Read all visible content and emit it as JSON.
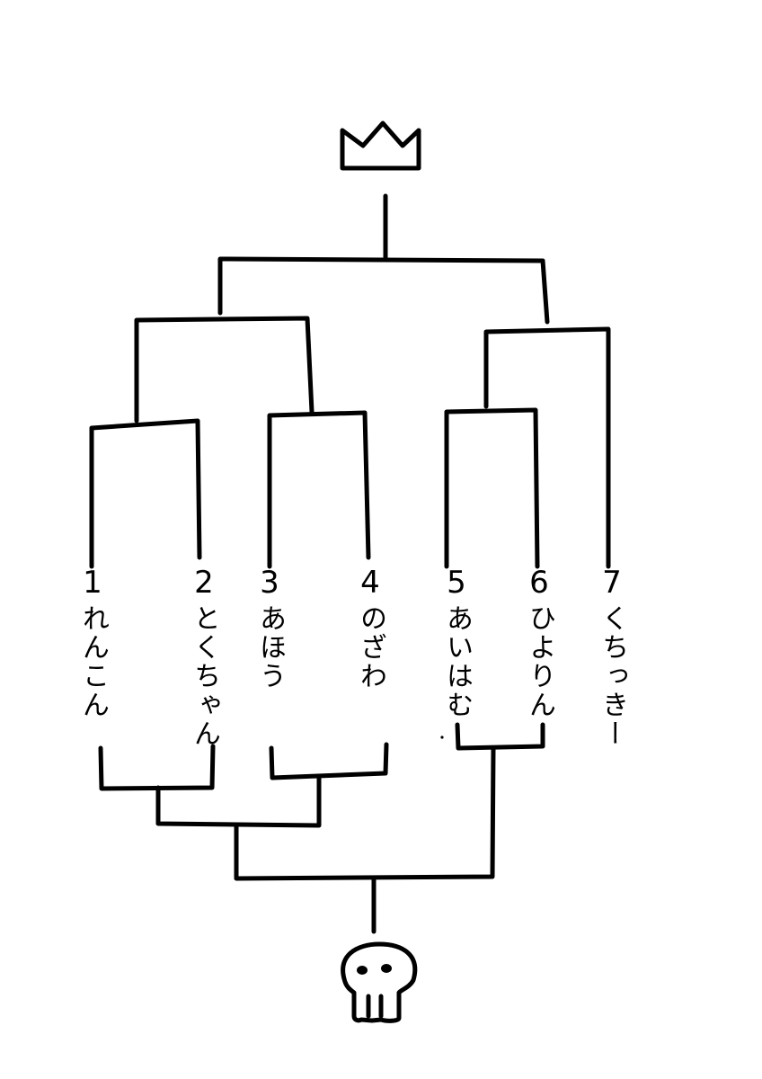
{
  "diagram": {
    "entrants": [
      {
        "num": "1",
        "name": "れんこん"
      },
      {
        "num": "2",
        "name": "とくちゃん"
      },
      {
        "num": "3",
        "name": "あほう"
      },
      {
        "num": "4",
        "name": "のざわ"
      },
      {
        "num": "5",
        "name": "あいはむ"
      },
      {
        "num": "6",
        "name": "ひよりん"
      },
      {
        "num": "7",
        "name": "くちっきー"
      }
    ],
    "icons": {
      "top": "crown-icon",
      "bottom": "skull-icon"
    }
  }
}
